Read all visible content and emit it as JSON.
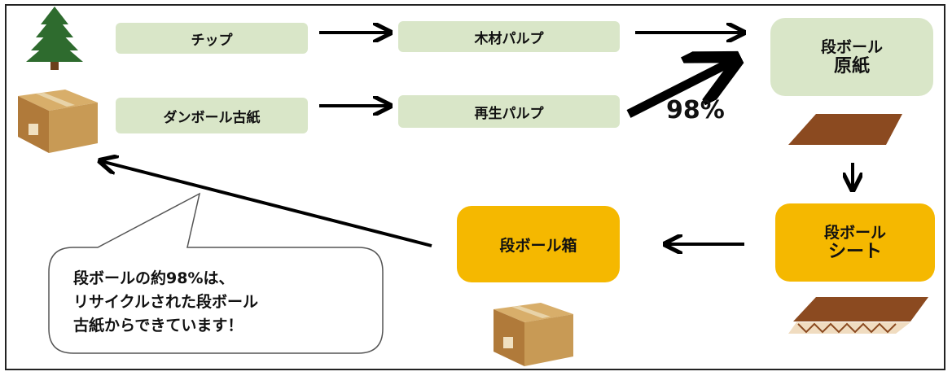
{
  "flow": {
    "chip": "チップ",
    "wood_pulp": "木材パルプ",
    "waste_paper": "ダンボール古紙",
    "recycled_pulp": "再生パルプ",
    "base_paper_line1": "段ボール",
    "base_paper_line2": "原紙",
    "sheet_line1": "段ボール",
    "sheet_line2": "シート",
    "box": "段ボール箱",
    "percent": "98%"
  },
  "callout": {
    "line1": "段ボールの約98%は、",
    "line2": "リサイクルされた段ボール",
    "line3": "古紙からできています！"
  },
  "colors": {
    "pill_green": "#d9e6c8",
    "box_orange": "#f5b800",
    "tree_green": "#2e6b2e",
    "cardboard": "#c89a55"
  },
  "icons": [
    "tree-icon",
    "cardboard-box-icon",
    "paper-sheet-icon",
    "corrugated-sheet-icon"
  ]
}
